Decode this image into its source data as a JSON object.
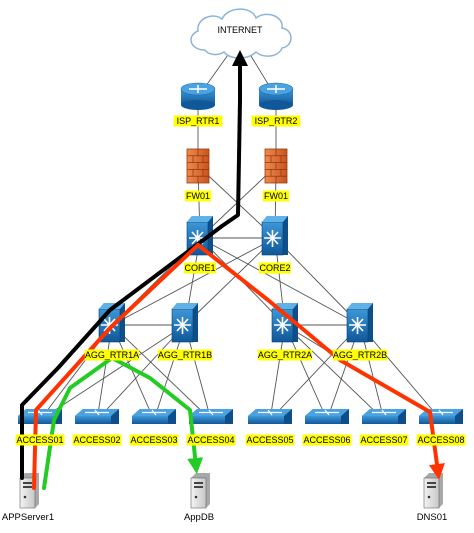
{
  "cloud": {
    "label": "INTERNET"
  },
  "devices": [
    {
      "id": "isp1",
      "label": "ISP_RTR1",
      "kind": "router"
    },
    {
      "id": "isp2",
      "label": "ISP_RTR2",
      "kind": "router"
    },
    {
      "id": "fw1",
      "label": "FW01",
      "kind": "firewall"
    },
    {
      "id": "fw2",
      "label": "FW01",
      "kind": "firewall"
    },
    {
      "id": "core1",
      "label": "CORE1",
      "kind": "core-switch"
    },
    {
      "id": "core2",
      "label": "CORE2",
      "kind": "core-switch"
    },
    {
      "id": "agg1a",
      "label": "AGG_RTR1A",
      "kind": "core-switch"
    },
    {
      "id": "agg1b",
      "label": "AGG_RTR1B",
      "kind": "core-switch"
    },
    {
      "id": "agg2a",
      "label": "AGG_RTR2A",
      "kind": "core-switch"
    },
    {
      "id": "agg2b",
      "label": "AGG_RTR2B",
      "kind": "core-switch"
    },
    {
      "id": "acc1",
      "label": "ACCESS01",
      "kind": "access-switch"
    },
    {
      "id": "acc2",
      "label": "ACCESS02",
      "kind": "access-switch"
    },
    {
      "id": "acc3",
      "label": "ACCESS03",
      "kind": "access-switch"
    },
    {
      "id": "acc4",
      "label": "ACCESS04",
      "kind": "access-switch"
    },
    {
      "id": "acc5",
      "label": "ACCESS05",
      "kind": "access-switch"
    },
    {
      "id": "acc6",
      "label": "ACCESS06",
      "kind": "access-switch"
    },
    {
      "id": "acc7",
      "label": "ACCESS07",
      "kind": "access-switch"
    },
    {
      "id": "acc8",
      "label": "ACCESS08",
      "kind": "access-switch"
    },
    {
      "id": "app",
      "label": "APPServer1",
      "kind": "server"
    },
    {
      "id": "db",
      "label": "AppDB",
      "kind": "server"
    },
    {
      "id": "dns",
      "label": "DNS01",
      "kind": "server"
    }
  ],
  "links": [
    [
      "cloud",
      "isp1"
    ],
    [
      "cloud",
      "isp2"
    ],
    [
      "isp1",
      "fw1"
    ],
    [
      "isp2",
      "fw2"
    ],
    [
      "fw1",
      "core1"
    ],
    [
      "fw1",
      "core2"
    ],
    [
      "fw2",
      "core1"
    ],
    [
      "fw2",
      "core2"
    ],
    [
      "core1",
      "core2"
    ],
    [
      "core1",
      "agg1a"
    ],
    [
      "core1",
      "agg1b"
    ],
    [
      "core1",
      "agg2a"
    ],
    [
      "core1",
      "agg2b"
    ],
    [
      "core2",
      "agg1a"
    ],
    [
      "core2",
      "agg1b"
    ],
    [
      "core2",
      "agg2a"
    ],
    [
      "core2",
      "agg2b"
    ],
    [
      "agg1a",
      "agg1b"
    ],
    [
      "agg2a",
      "agg2b"
    ],
    [
      "agg1a",
      "acc1"
    ],
    [
      "agg1a",
      "acc2"
    ],
    [
      "agg1a",
      "acc3"
    ],
    [
      "agg1a",
      "acc4"
    ],
    [
      "agg1b",
      "acc1"
    ],
    [
      "agg1b",
      "acc2"
    ],
    [
      "agg1b",
      "acc3"
    ],
    [
      "agg1b",
      "acc4"
    ],
    [
      "agg2a",
      "acc5"
    ],
    [
      "agg2a",
      "acc6"
    ],
    [
      "agg2a",
      "acc7"
    ],
    [
      "agg2a",
      "acc8"
    ],
    [
      "agg2b",
      "acc5"
    ],
    [
      "agg2b",
      "acc6"
    ],
    [
      "agg2b",
      "acc7"
    ],
    [
      "agg2b",
      "acc8"
    ]
  ],
  "paths": [
    {
      "name": "path-app-to-internet",
      "color": "#000000"
    },
    {
      "name": "path-app-to-dns",
      "color": "#ff3300"
    },
    {
      "name": "path-app-to-db",
      "color": "#22cc22"
    }
  ],
  "colors": {
    "label_bg": "#ffff00",
    "device_blue": "#1a73b8",
    "firewall": "#e0692a",
    "link": "#555555"
  }
}
